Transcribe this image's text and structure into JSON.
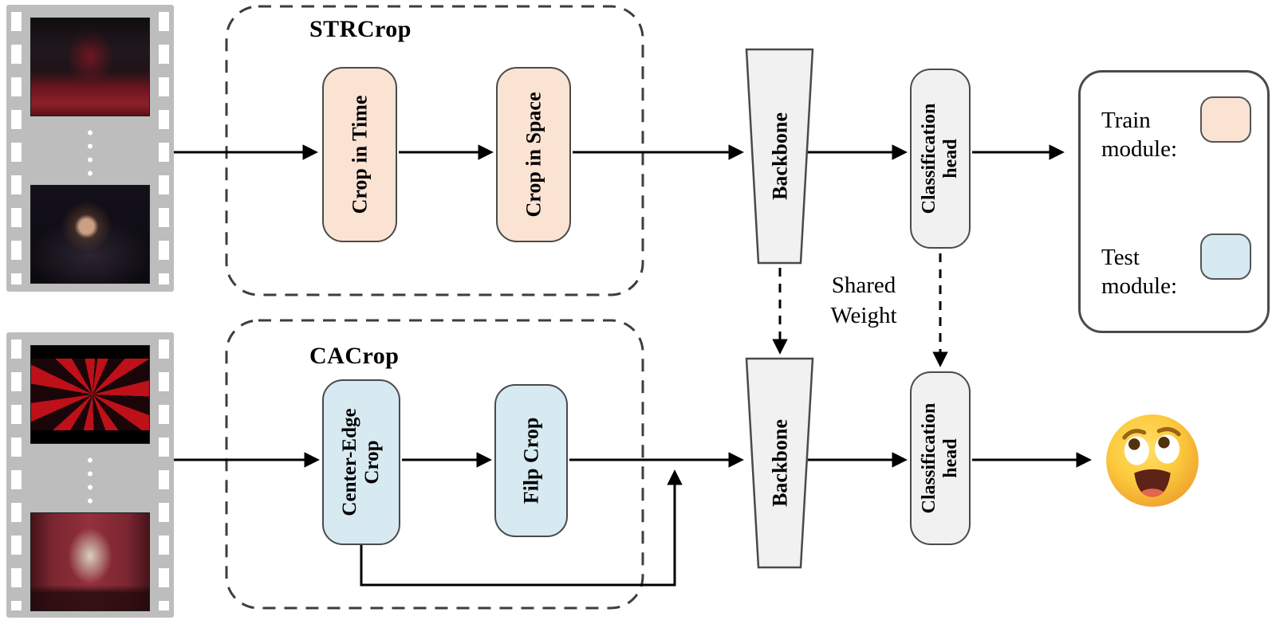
{
  "figure": {
    "strcrop": {
      "title": "STRCrop",
      "crop_time": "Crop in Time",
      "crop_space": "Crop in Space"
    },
    "cacrop": {
      "title": "CACrop",
      "center_edge": "Center-Edge Crop",
      "flip": "Filp Crop"
    },
    "backbone_label": "Backbone",
    "classification_head_label": "Classification head",
    "shared_weight": "Shared Weight",
    "legend": {
      "train": "Train module:",
      "test": "Test module:"
    },
    "colors": {
      "train_fill": "#fbe3d3",
      "test_fill": "#d7eaf2",
      "module_fill": "#f1f1f1",
      "film_strip_gray": "#bdbdbd",
      "line_color": "#000000"
    },
    "icons": {
      "input_top": "film-strip-icon",
      "input_bottom": "film-strip-icon",
      "output": "shocked-face-emoji-icon"
    }
  }
}
